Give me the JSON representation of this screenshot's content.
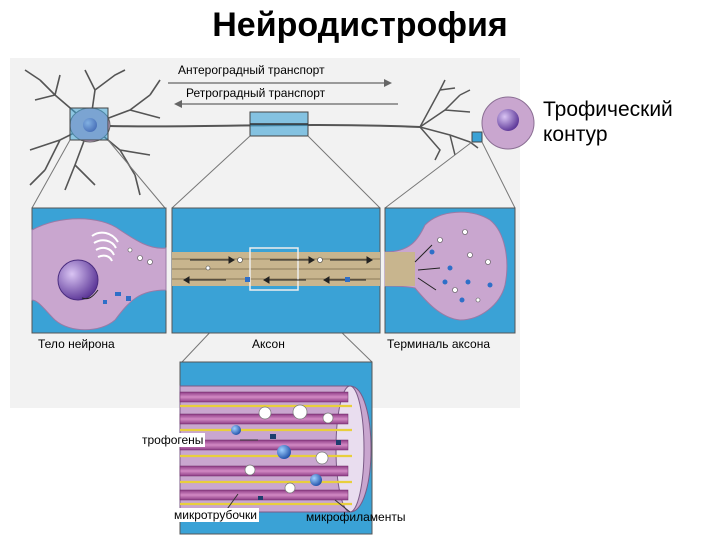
{
  "title": "Нейродистрофия",
  "labels": {
    "anterograde": "Антероградный транспорт",
    "retrograde": "Ретроградный транспорт",
    "trophic_line1": "Трофический",
    "trophic_line2": "контур",
    "neuron_body": "Тело нейрона",
    "axon": "Аксон",
    "axon_terminal": "Терминаль аксона",
    "trophogens": "трофогены",
    "microtubules": "микротрубочки",
    "microfilaments": "микрофиламенты"
  },
  "colors": {
    "background_blue": "#3aa2d6",
    "cell_lavender": "#c9a6cf",
    "nucleus_purple": "#7a52b4",
    "axon_tan": "#c8b58e",
    "tube_magenta": "#b0468c",
    "filament_yellow": "#efd84a",
    "vesicle_blue": "#2e6fc8"
  }
}
